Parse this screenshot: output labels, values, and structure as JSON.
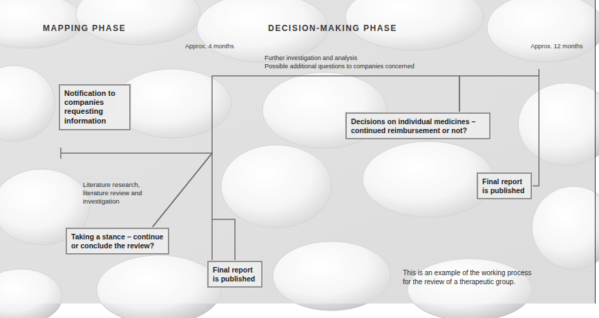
{
  "diagram": {
    "nodes": [
      {
        "text": [
          "Notification to companies requesting information"
        ]
      },
      {
        "text": [
          "Decisions on individual medicines – continued reimbursement or not?"
        ]
      },
      {
        "text": [
          "Final report is published"
        ]
      },
      {
        "text": [
          "Taking a stance – continue or conclude the review?"
        ]
      },
      {
        "text": [
          "Final report is published"
        ]
      }
    ],
    "edges": [
      {
        "from": 3,
        "to": 1,
        "arrow": "none"
      },
      {
        "from": 1,
        "to": 2,
        "arrow": "none"
      },
      {
        "from": 3,
        "to": 4,
        "arrow": "none"
      }
    ],
    "labels": [
      "MAPPING PHASE",
      "DECISION-MAKING PHASE",
      "Approx. 4 months",
      "Approx. 12 months",
      "Further investigation and analysis",
      "Possible additional questions to companies concerned",
      "Literature research, literature review and investigation",
      "This is an example of the working process for the review of a therapeutic group."
    ]
  }
}
